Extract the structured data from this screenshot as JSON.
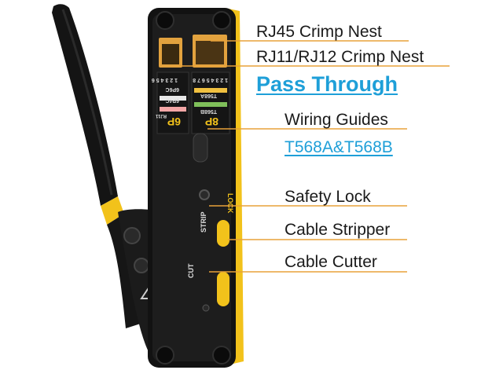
{
  "callouts": {
    "rj45_crimp_nest": "RJ45 Crimp Nest",
    "rj11_rj12_crimp_nest": "RJ11/RJ12 Crimp Nest",
    "pass_through": "Pass Through",
    "wiring_guides": "Wiring Guides",
    "wiring_standards": "T568A&T568B",
    "safety_lock": "Safety Lock",
    "cable_stripper": "Cable Stripper",
    "cable_cutter": "Cable Cutter"
  },
  "tool_markings": {
    "pin_numbers_6": "1 2 3 4 5 6",
    "pin_numbers_8": "1 2 3 4 5 6 7 8",
    "t568a": "T568A",
    "t568b": "T568B",
    "six_p_six_c": "6P6C",
    "six_p_four_c": "6P4C",
    "eight_p": "8P",
    "six_p": "6P",
    "rj11": "RJ11",
    "lock": "LOCK",
    "strip": "STRIP",
    "cut": "CUT"
  },
  "colors": {
    "accent_blue": "#1e9fd8",
    "tool_yellow": "#f2c21b",
    "tool_black": "#121212",
    "leader_line": "#e8a23a"
  }
}
